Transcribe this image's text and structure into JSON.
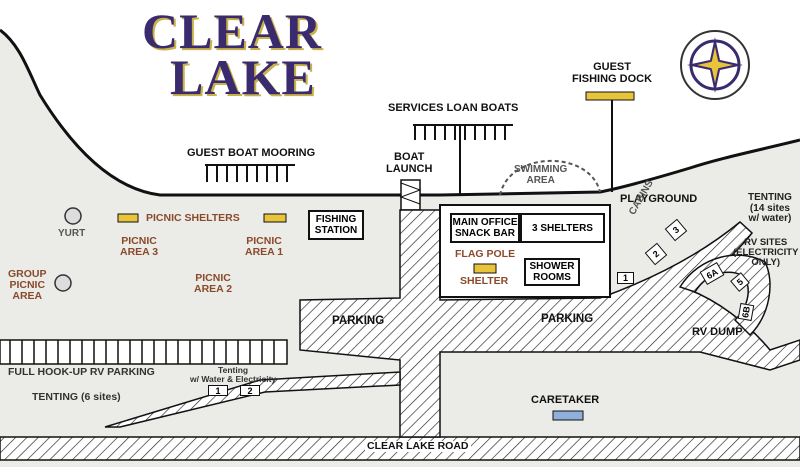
{
  "title": {
    "line1": "CLEAR",
    "line2": "LAKE"
  },
  "labels": {
    "guest_fishing_dock": "GUEST\nFISHING DOCK",
    "services_loan_boats": "SERVICES LOAN BOATS",
    "guest_boat_mooring": "GUEST BOAT MOORING",
    "boat_launch": "BOAT\nLAUNCH",
    "swimming_area": "SWIMMING\nAREA",
    "playground": "PLAYGROUND",
    "tenting_14": "TENTING\n(14 sites\nw/ water)",
    "rv_sites": "RV SITES\n(ELECTRICITY\nONLY)",
    "yurt": "YURT",
    "picnic_shelters": "PICNIC SHELTERS",
    "fishing_station": "FISHING\nSTATION",
    "picnic_area_3": "PICNIC\nAREA 3",
    "picnic_area_1": "PICNIC\nAREA 1",
    "picnic_area_2": "PICNIC\nAREA 2",
    "group_picnic_area": "GROUP\nPICNIC\nAREA",
    "main_office": "MAIN OFFICE\nSNACK BAR",
    "three_shelters": "3 SHELTERS",
    "cabins": "CABINS",
    "flag_pole": "FLAG POLE",
    "shelter": "SHELTER",
    "shower_rooms": "SHOWER\nROOMS",
    "parking_left": "PARKING",
    "parking_right": "PARKING",
    "rv_dump": "RV DUMP",
    "full_hookup": "FULL HOOK-UP RV PARKING",
    "tenting_water": "Tenting\nw/ Water & Electricity",
    "tenting_6": "TENTING (6 sites)",
    "caretaker": "CARETAKER",
    "clear_lake_road": "CLEAR LAKE ROAD"
  },
  "site_numbers": {
    "tent_1": "1",
    "tent_2": "2",
    "cabin_1": "1",
    "cabin_2": "2",
    "cabin_3": "3",
    "rv_6a": "6A",
    "rv_5": "5",
    "rv_6b": "6B"
  },
  "colors": {
    "title": "#3a2a6e",
    "shelter_fill": "#e8c43a",
    "caretaker_fill": "#8fb0d8",
    "lake": "#ffffff",
    "land": "#ebebe8",
    "label_brown": "#8a4a2a"
  }
}
